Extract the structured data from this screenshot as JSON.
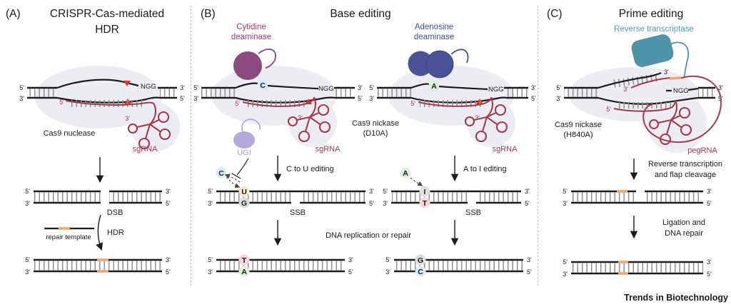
{
  "colors": {
    "sgrna_red": "#a23a50",
    "cleavage_red": "#e8312a",
    "cytidine_purple": "#8c4a80",
    "ugi_lavender": "#b6aadd",
    "adenosine_blue": "#4a5296",
    "rt_teal": "#4f93a8",
    "cas9_gray": "#ecedf2",
    "edit_orange": "#f2a46f",
    "base_c_blue": "#4d8fce",
    "base_a_green": "#55a055",
    "base_t_red": "#cc3b3b",
    "base_u_orange": "#c8793a",
    "base_g_gray": "#4a4a4a",
    "base_i_gray": "#8a8a8a"
  },
  "common": {
    "five_prime": "5'",
    "three_prime": "3'",
    "pam": "NGG",
    "sgrna": "sgRNA",
    "ssb": "SSB"
  },
  "bases": {
    "A": "A",
    "C": "C",
    "G": "G",
    "T": "T",
    "U": "U",
    "I": "I"
  },
  "panel_a": {
    "label": "(A)",
    "title_line1": "CRISPR-Cas-mediated",
    "title_line2": "HDR",
    "enzyme": "Cas9 nuclease",
    "dsb": "DSB",
    "repair_template": "repair template",
    "hdr": "HDR"
  },
  "panel_b": {
    "label": "(B)",
    "title": "Base editing",
    "cytidine_line1": "Cytidine",
    "cytidine_line2": "deaminase",
    "adenosine_line1": "Adenosine",
    "adenosine_line2": "deaminase",
    "ugi": "UGI",
    "nickase_line1": "Cas9 nickase",
    "nickase_line2": "(D10A)",
    "c_to_u": "C to U editing",
    "a_to_i": "A to I editing",
    "replication": "DNA replication or repair"
  },
  "panel_c": {
    "label": "(C)",
    "title": "Prime editing",
    "rt": "Reverse transcriptase",
    "nickase_line1": "Cas9 nickase",
    "nickase_line2": "(H840A)",
    "pegrna": "pegRNA",
    "step1_line1": "Reverse transcription",
    "step1_line2": "and flap cleavage",
    "step2_line1": "Ligation and",
    "step2_line2": "DNA repair"
  },
  "footer": "Trends in Biotechnology"
}
